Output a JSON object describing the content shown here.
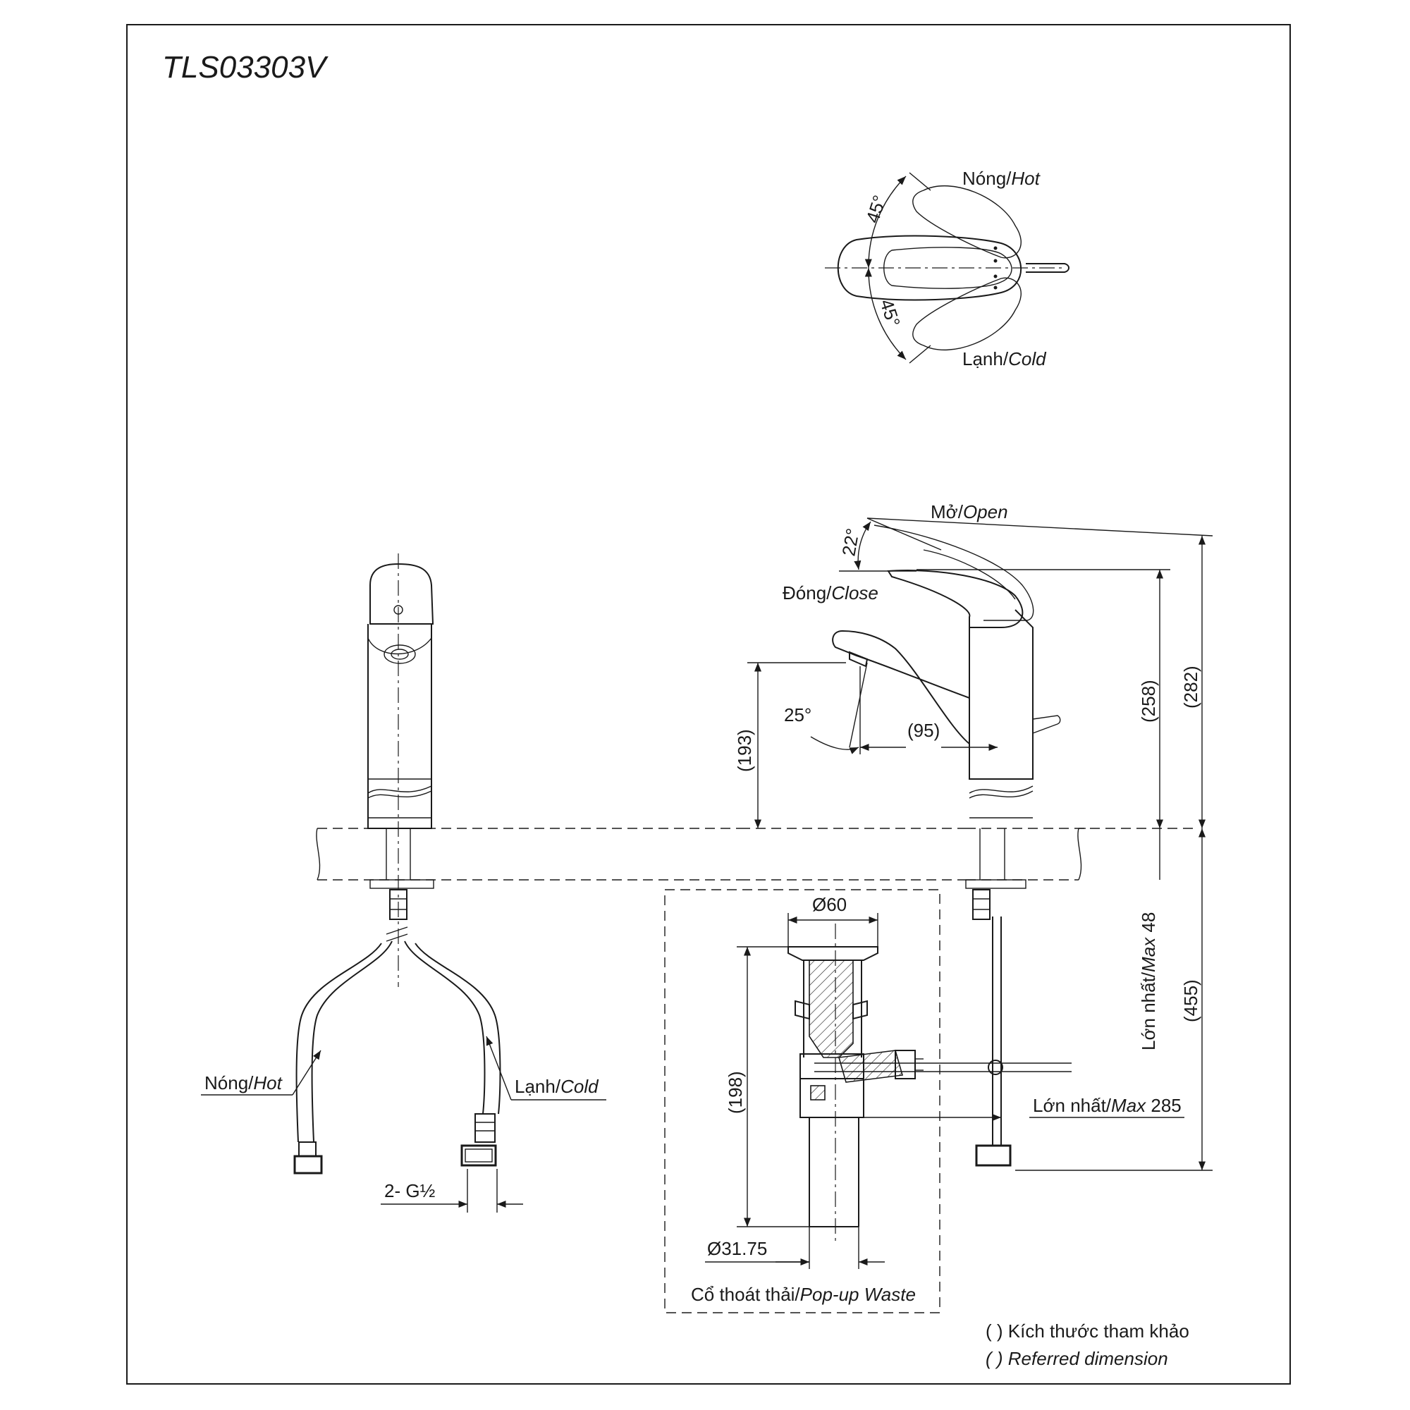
{
  "model": "TLS03303V",
  "top_view": {
    "hot_label": "Nóng/",
    "hot_label_en": "Hot",
    "cold_label": "Lạnh/",
    "cold_label_en": "Cold",
    "angle_top": "45°",
    "angle_bottom": "45°"
  },
  "side_view": {
    "open_label": "Mở/",
    "open_label_en": "Open",
    "close_label": "Đóng/",
    "close_label_en": "Close",
    "lever_angle": "22°",
    "spout_angle": "25°",
    "dim_spout_reach": "(95)",
    "dim_spout_height": "(193)",
    "dim_lever_height": "(258)",
    "dim_total_height": "(282)",
    "dim_below_deck": "(455)",
    "max_deck_label": "Lớn nhất/",
    "max_deck_label_en": "Max",
    "max_deck_value": "48",
    "max_length_label": "Lớn nhất/",
    "max_length_label_en": "Max",
    "max_length_value": "285"
  },
  "front_view": {
    "hot_label": "Nóng/",
    "hot_label_en": "Hot",
    "cold_label": "Lạnh/",
    "cold_label_en": "Cold",
    "thread_label": "2- G½"
  },
  "popup_waste": {
    "dim_top_dia": "Ø60",
    "dim_height": "(198)",
    "dim_bottom_dia": "Ø31.75",
    "title": "Cổ thoát thải/",
    "title_en": "Pop-up Waste"
  },
  "legend": {
    "line1_paren": "( )",
    "line1_text": "Kích thước tham khảo",
    "line2_paren": "( )",
    "line2_text": "Referred dimension"
  }
}
